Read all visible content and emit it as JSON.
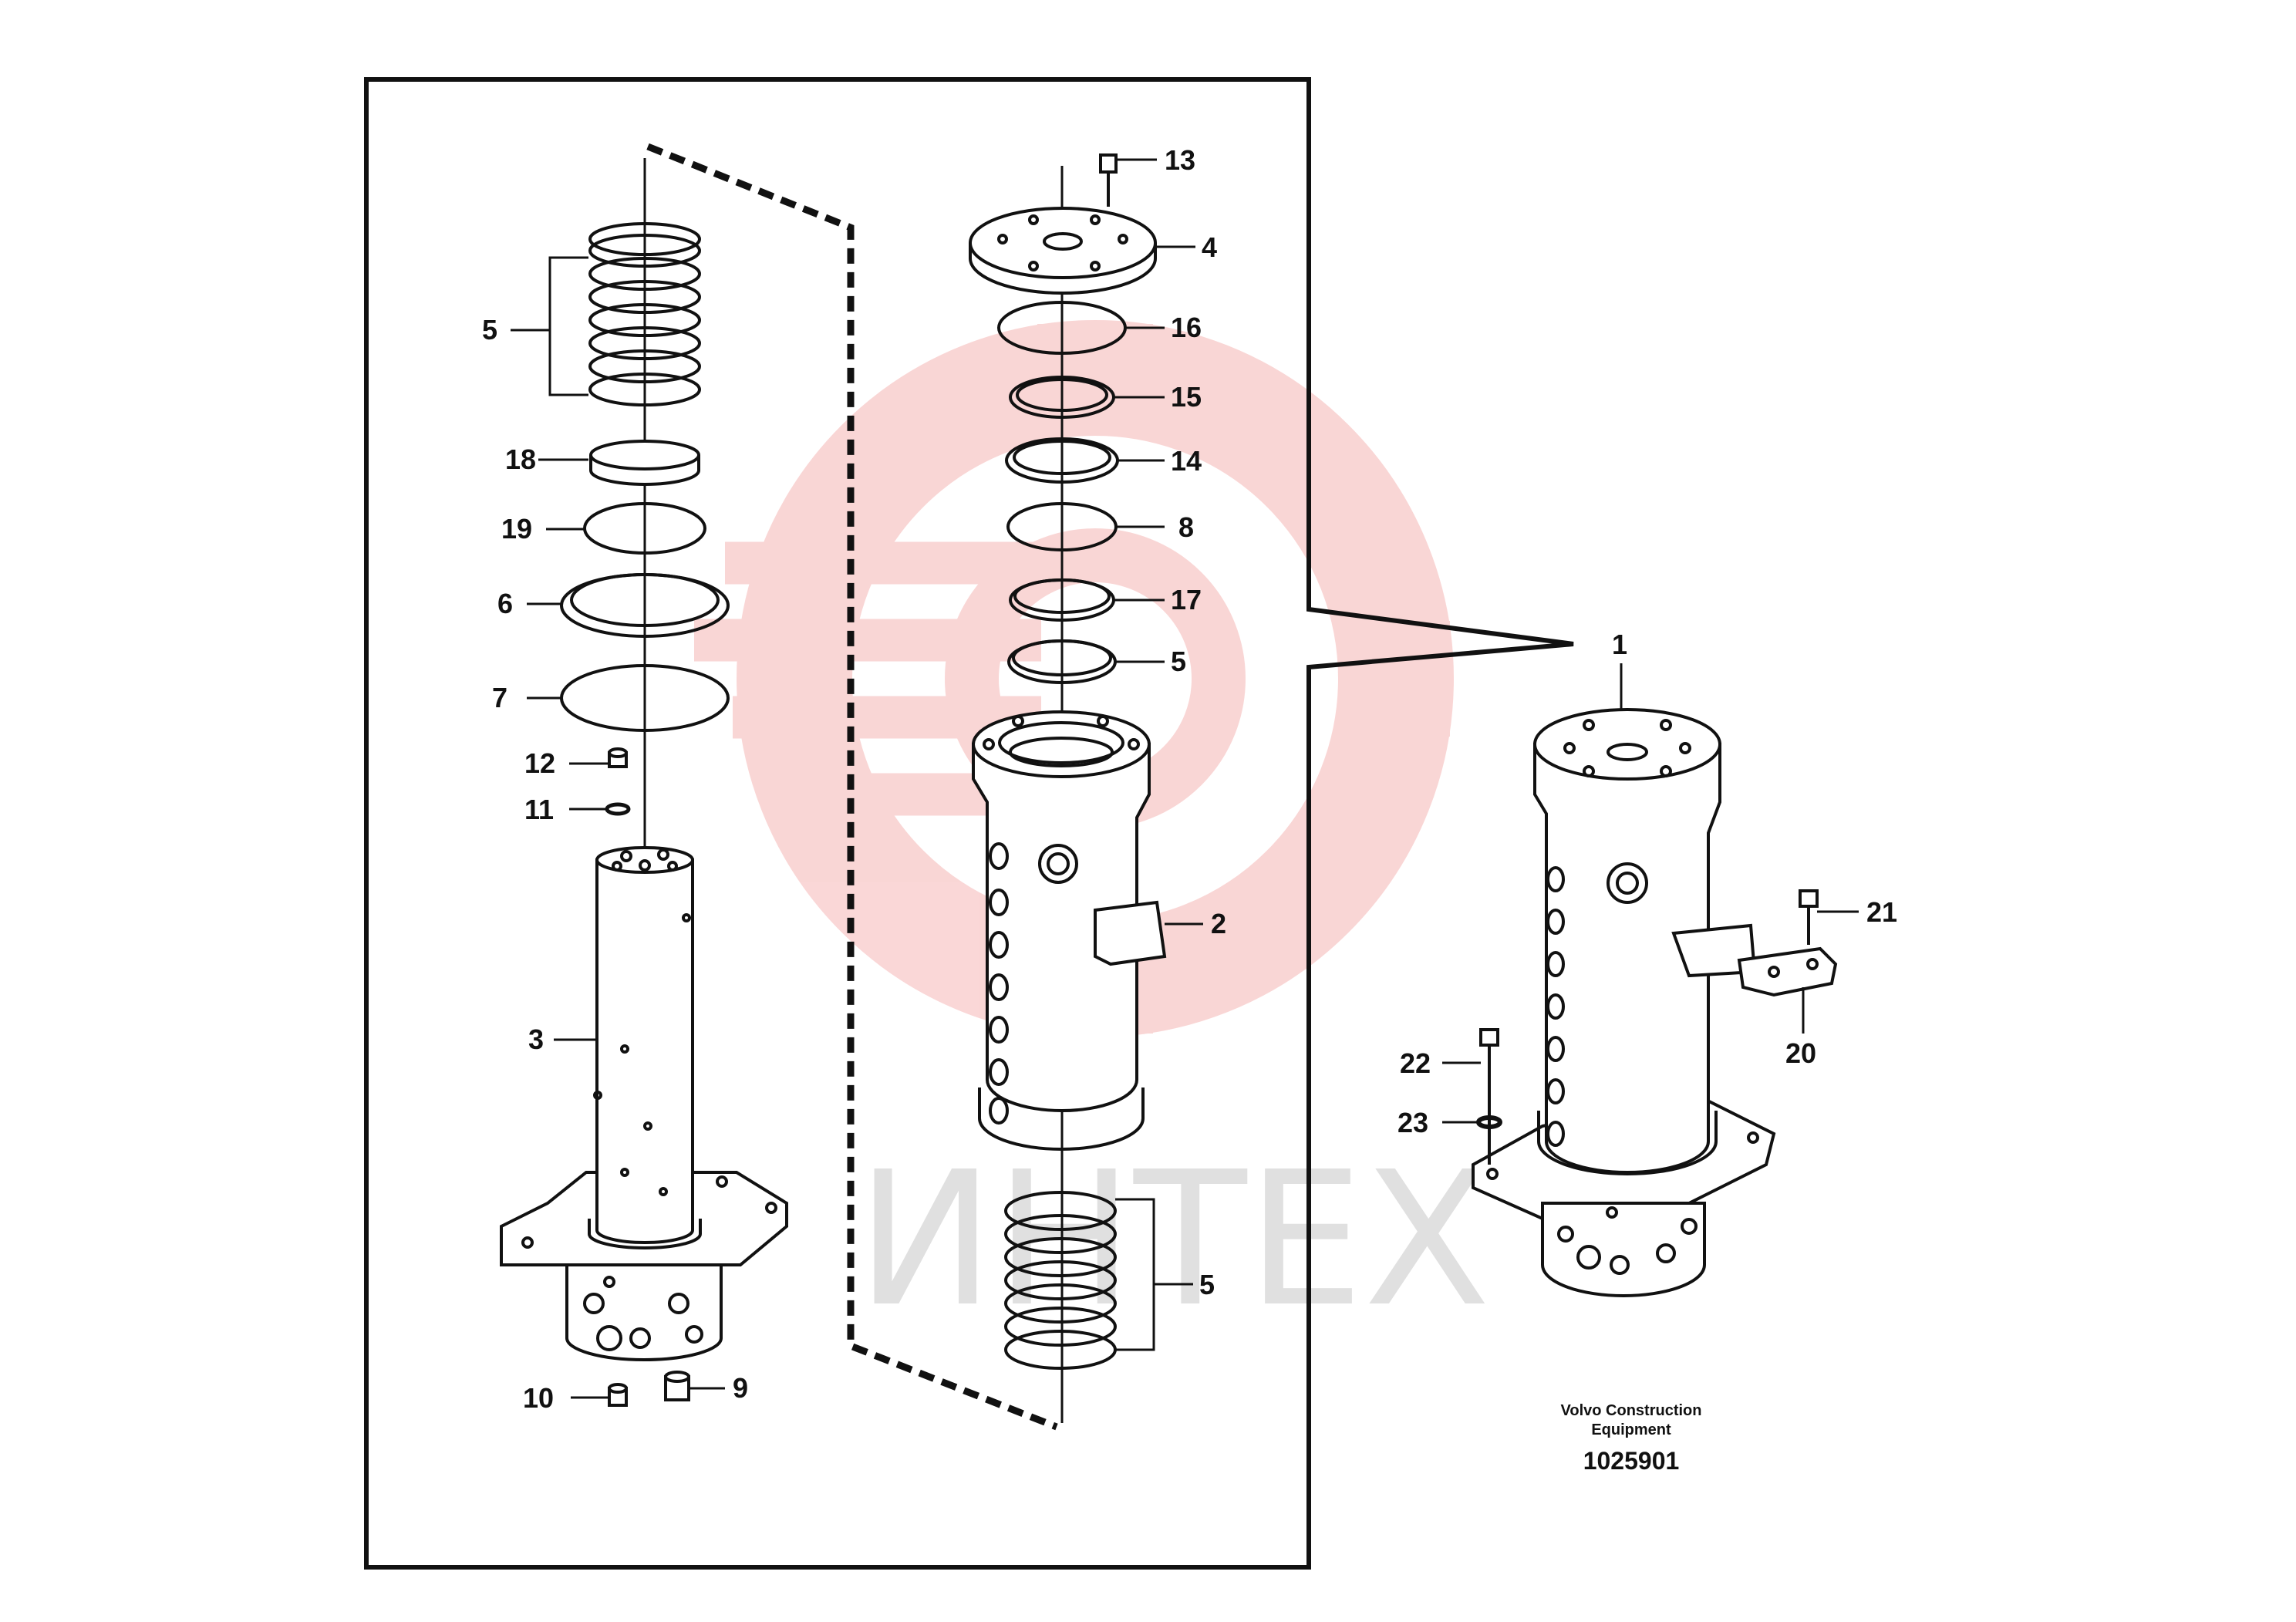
{
  "watermark": {
    "text": "ИНТЕХ",
    "logo_color": "#e53935",
    "text_color": "#9a9a9a"
  },
  "colors": {
    "line": "#111111",
    "background": "#ffffff"
  },
  "callouts": {
    "c1": "1",
    "c2": "2",
    "c3": "3",
    "c4": "4",
    "c5_a": "5",
    "c5_b": "5",
    "c5_c": "5",
    "c6": "6",
    "c7": "7",
    "c8": "8",
    "c9": "9",
    "c10": "10",
    "c11": "11",
    "c12": "12",
    "c13": "13",
    "c14": "14",
    "c15": "15",
    "c16": "16",
    "c17": "17",
    "c18": "18",
    "c19": "19",
    "c20": "20",
    "c21": "21",
    "c22": "22",
    "c23": "23"
  },
  "footer": {
    "company_line1": "Volvo Construction",
    "company_line2": "Equipment",
    "drawing_number": "1025901"
  }
}
